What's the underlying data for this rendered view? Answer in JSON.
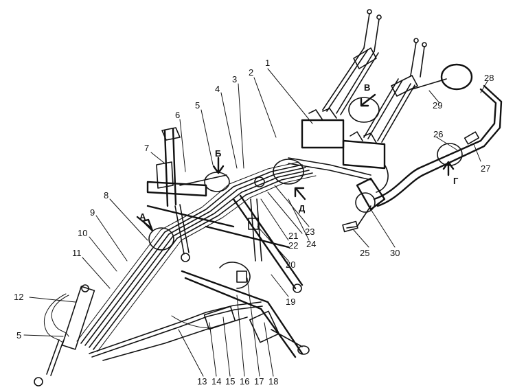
{
  "callouts": {
    "n1": "1",
    "n2": "2",
    "n3": "3",
    "n4": "4",
    "n5a": "5",
    "n5b": "5",
    "n6": "6",
    "n7": "7",
    "n8": "8",
    "n9": "9",
    "n10": "10",
    "n11": "11",
    "n12": "12",
    "n13": "13",
    "n14": "14",
    "n15": "15",
    "n16": "16",
    "n17": "17",
    "n18": "18",
    "n19": "19",
    "n20": "20",
    "n21": "21",
    "n22": "22",
    "n23": "23",
    "n24": "24",
    "n25": "25",
    "n26": "26",
    "n27": "27",
    "n28": "28",
    "n29": "29",
    "n30": "30"
  },
  "view_markers": {
    "a": "А",
    "b": "Б",
    "v": "В",
    "g": "Г",
    "d": "Д"
  }
}
